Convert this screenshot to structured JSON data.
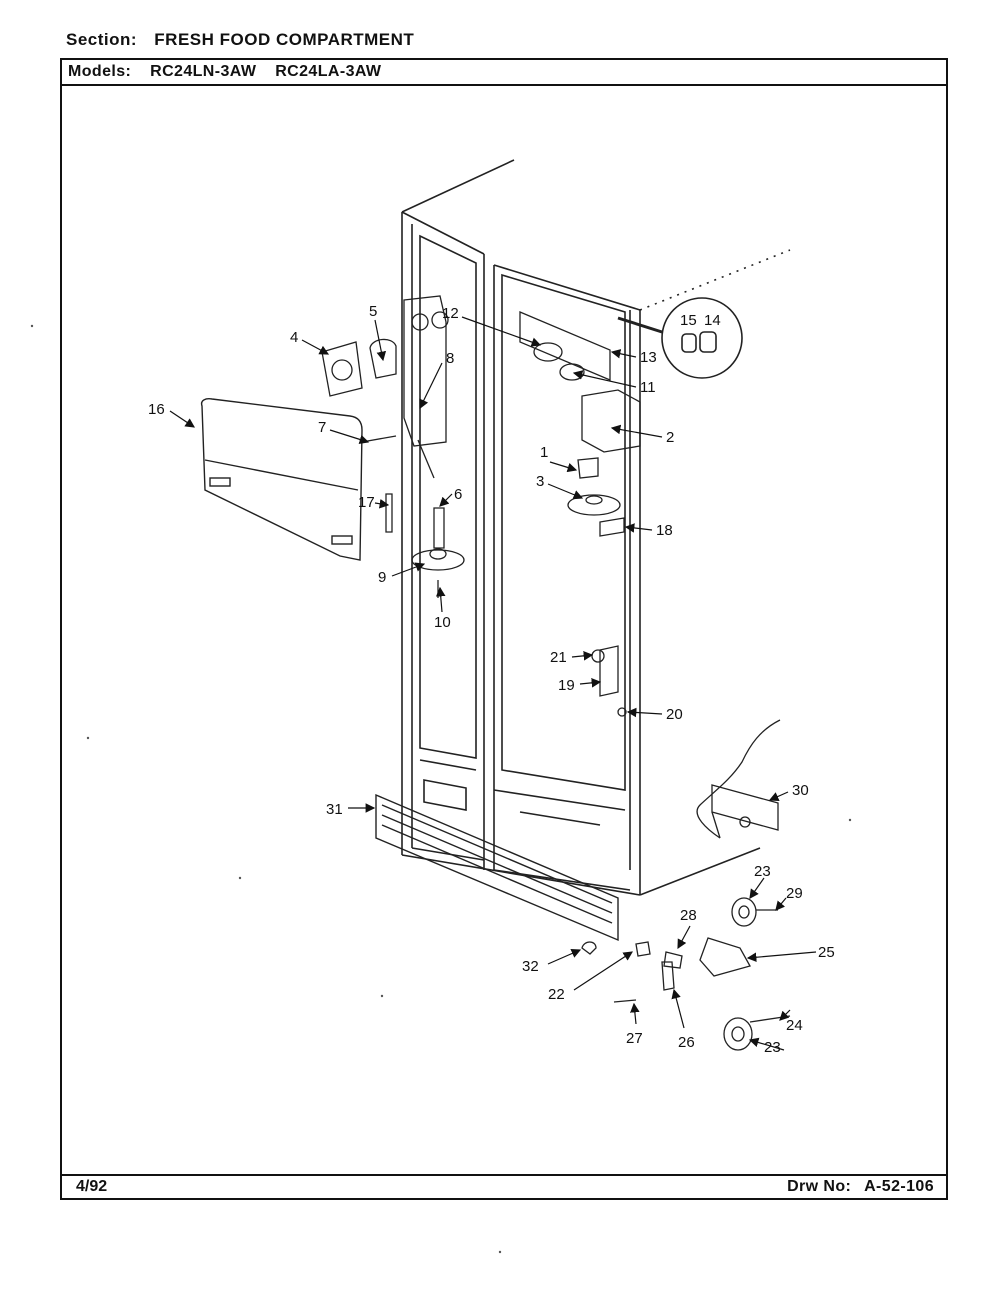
{
  "header": {
    "section_label": "Section:",
    "section_value": "FRESH FOOD COMPARTMENT",
    "models_label": "Models:",
    "models": [
      "RC24LN-3AW",
      "RC24LA-3AW"
    ]
  },
  "footer": {
    "date": "4/92",
    "drawing_label": "Drw No:",
    "drawing_number": "A-52-106"
  },
  "callouts": [
    "1",
    "2",
    "3",
    "4",
    "5",
    "6",
    "7",
    "8",
    "9",
    "10",
    "11",
    "12",
    "13",
    "14",
    "15",
    "16",
    "17",
    "18",
    "19",
    "20",
    "21",
    "22",
    "23",
    "23",
    "24",
    "25",
    "26",
    "27",
    "28",
    "29",
    "30",
    "31",
    "32"
  ]
}
